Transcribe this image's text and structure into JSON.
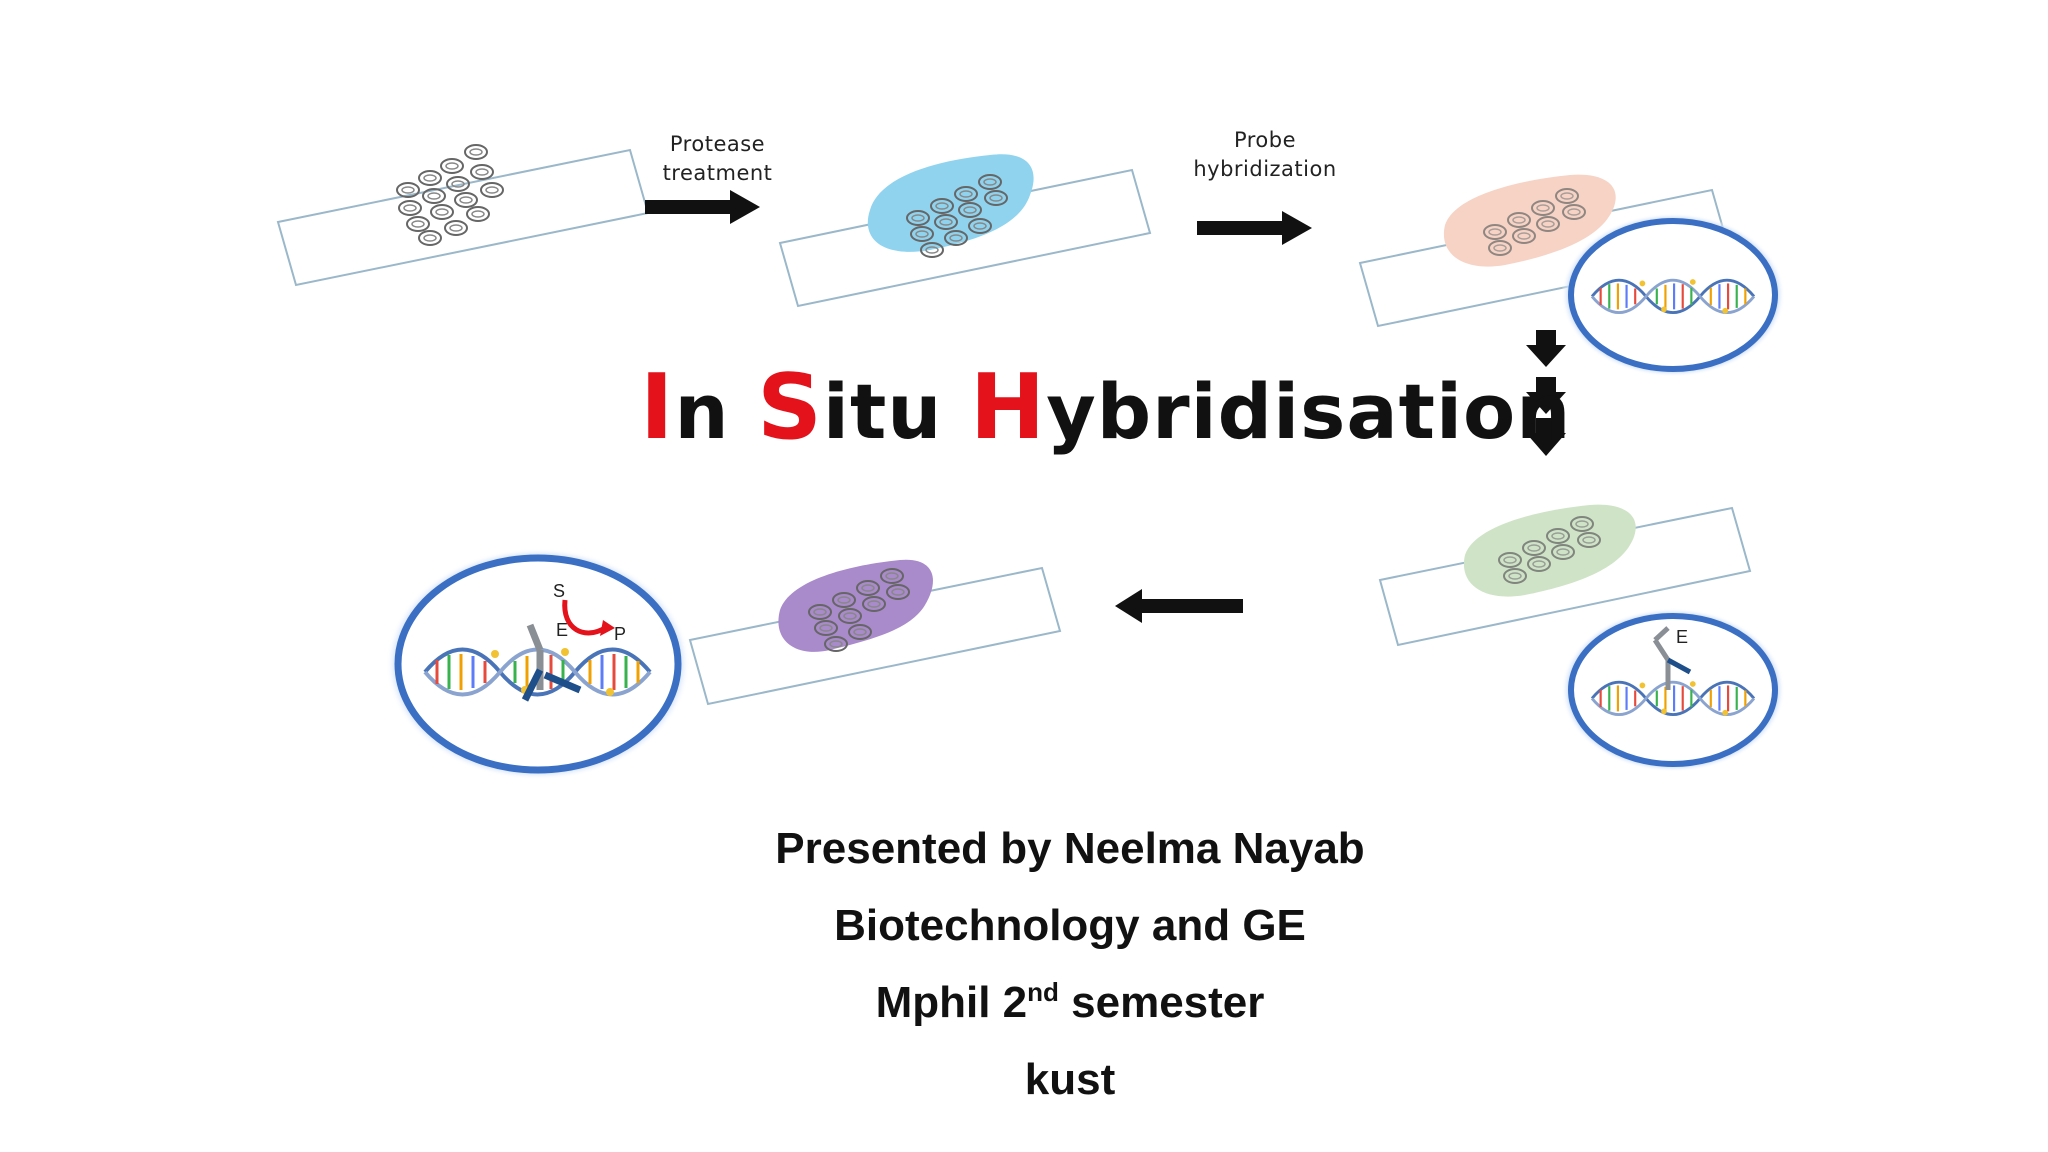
{
  "steps": {
    "protease": [
      "Protease",
      "treatment"
    ],
    "probe": [
      "Probe",
      "hybridization"
    ]
  },
  "title": {
    "letter1": "I",
    "rest1": "n ",
    "letter2": "S",
    "rest2": "itu ",
    "letter3": "H",
    "rest3": "ybridisation"
  },
  "markers": {
    "substrate": "S",
    "enzyme": "E",
    "product": "P",
    "enzyme_right": "E"
  },
  "credits": {
    "line1": "Presented by Neelma Nayab",
    "line2": "Biotechnology and GE",
    "line3_main": "Mphil 2",
    "line3_sup": "nd",
    "line3_rest": " semester",
    "line4": "kust"
  },
  "colors": {
    "accent_red": "#e3121b",
    "circle_blue": "#3a6fc4",
    "stain_blue": "#8fd3ef",
    "stain_peach": "#f6d3c4",
    "stain_green": "#cfe3c7",
    "stain_purple": "#a98acb"
  }
}
